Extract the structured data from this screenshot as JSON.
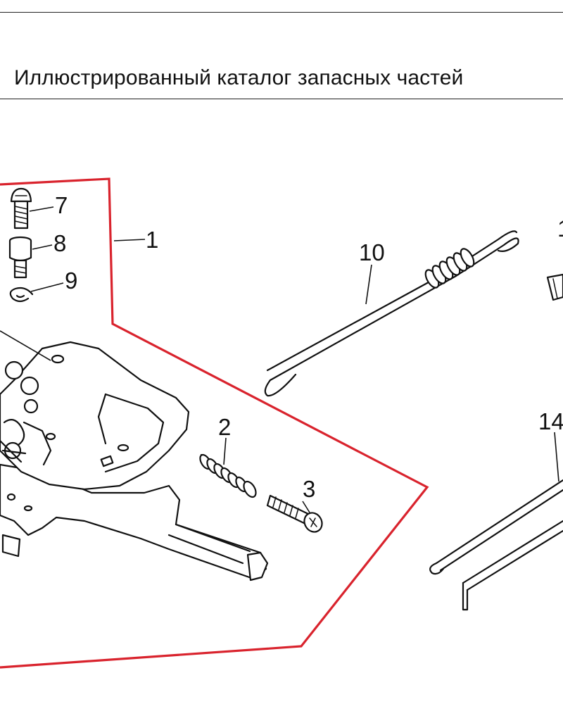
{
  "header": {
    "title": "Иллюстрированный каталог запасных частей"
  },
  "diagram": {
    "callouts": [
      {
        "id": "1",
        "label": "1"
      },
      {
        "id": "2",
        "label": "2"
      },
      {
        "id": "3",
        "label": "3"
      },
      {
        "id": "7",
        "label": "7"
      },
      {
        "id": "8",
        "label": "8"
      },
      {
        "id": "9",
        "label": "9"
      },
      {
        "id": "10",
        "label": "10"
      },
      {
        "id": "14",
        "label": "14"
      }
    ],
    "colors": {
      "assembly_boundary": "#d9232d",
      "linework": "#111111"
    }
  }
}
